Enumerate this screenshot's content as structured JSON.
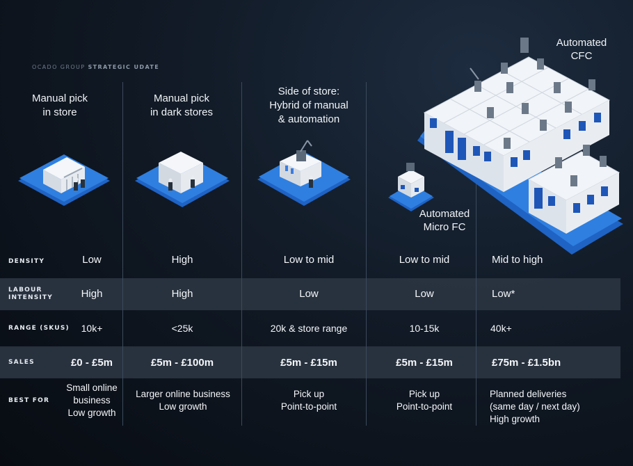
{
  "eyebrow": {
    "part1": "OCADO GROUP ",
    "part2": "STRATEGIC UDATE"
  },
  "columns": [
    {
      "title": "Manual pick\nin store"
    },
    {
      "title": "Manual pick\nin dark stores"
    },
    {
      "title": "Side of store:\nHybrid of manual\n& automation"
    },
    {
      "title": "Automated\nMicro FC"
    },
    {
      "title": "Automated\nCFC"
    }
  ],
  "rows": {
    "density": {
      "label": "DENSITY",
      "values": [
        "Low",
        "High",
        "Low to mid",
        "Low to mid",
        "Mid to high"
      ]
    },
    "labour": {
      "label": "LABOUR\nINTENSITY",
      "values": [
        "High",
        "High",
        "Low",
        "Low",
        "Low*"
      ]
    },
    "range": {
      "label": "RANGE (SKUS)",
      "values": [
        "10k+",
        "<25k",
        "20k & store range",
        "10-15k",
        "40k+"
      ]
    },
    "sales": {
      "label": "SALES",
      "values": [
        "£0 - £5m",
        "£5m - £100m",
        "£5m - £15m",
        "£5m - £15m",
        "£75m - £1.5bn"
      ]
    },
    "best_for": {
      "label": "BEST FOR",
      "values": [
        "Small online\nbusiness\nLow growth",
        "Larger online business\nLow growth",
        "Pick up\nPoint-to-point",
        "Pick up\nPoint-to-point",
        "Planned deliveries\n(same day / next day)\nHigh growth"
      ]
    }
  },
  "colors": {
    "platform_blue": "#2f7fe0",
    "building_white": "#eef1f5",
    "band_gray": "#2a3440"
  }
}
